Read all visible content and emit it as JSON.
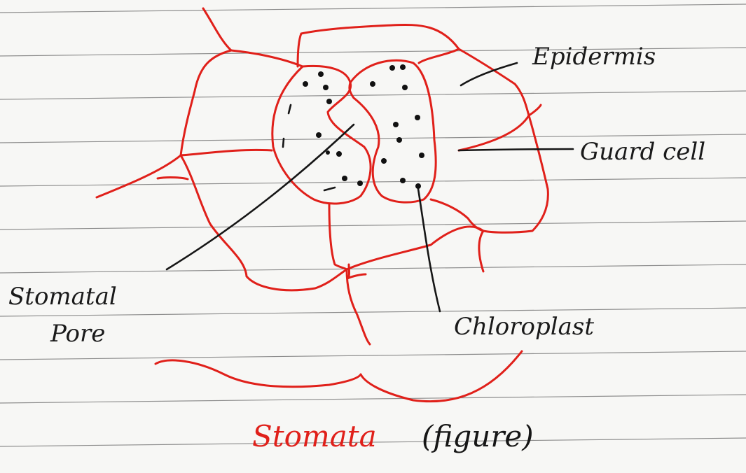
{
  "labels": {
    "epidermis": "Epidermis",
    "guard_cell": "Guard cell",
    "stomatal_pore_line1": "Stomatal",
    "stomatal_pore_line2": "Pore",
    "chloroplast": "Chloroplast"
  },
  "caption": {
    "red_part": "Stomata",
    "black_part": "(figure)"
  },
  "colors": {
    "cell_outline": "#e0201a",
    "ink": "#161616",
    "caption_red": "#e0201a"
  }
}
